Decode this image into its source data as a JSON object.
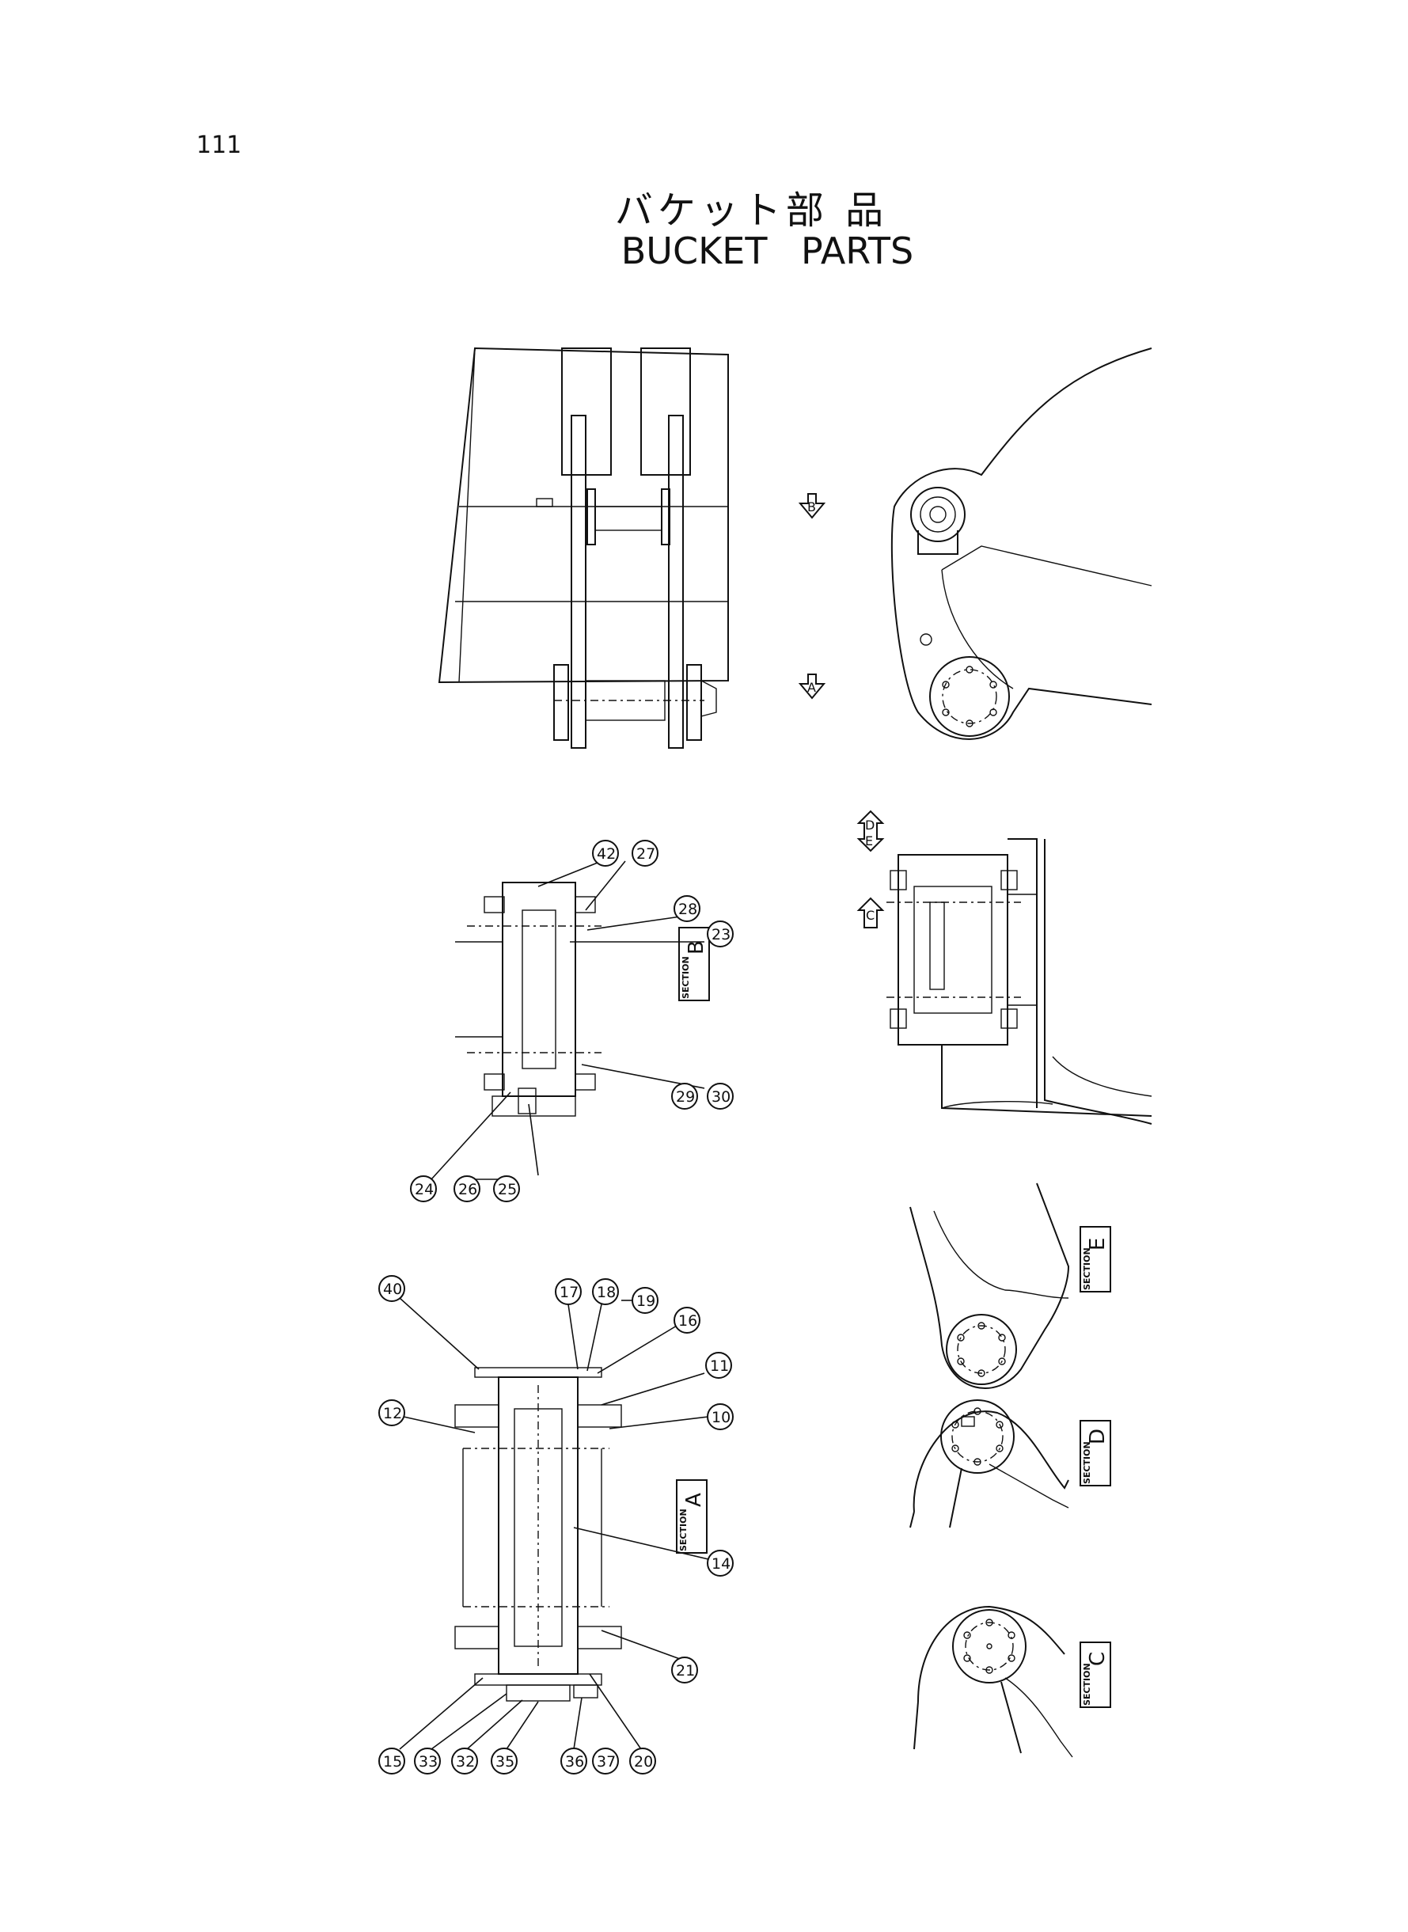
{
  "page_number": "111",
  "title_jp": "バケット部 品",
  "title_en": "BUCKET PARTS",
  "section_tag": "SECTION",
  "section_labels": {
    "a": "A",
    "b": "B",
    "c": "C",
    "d": "D",
    "e": "E"
  },
  "view_arrows": {
    "a": "A",
    "b": "B",
    "c": "C",
    "d": "D",
    "e": "E"
  },
  "callouts_section_b": [
    "42",
    "27",
    "28",
    "23",
    "29",
    "30",
    "24",
    "26",
    "25"
  ],
  "callouts_section_a": [
    "40",
    "17",
    "18",
    "19",
    "16",
    "11",
    "12",
    "10",
    "14",
    "21",
    "15",
    "33",
    "32",
    "35",
    "36",
    "37",
    "20"
  ]
}
